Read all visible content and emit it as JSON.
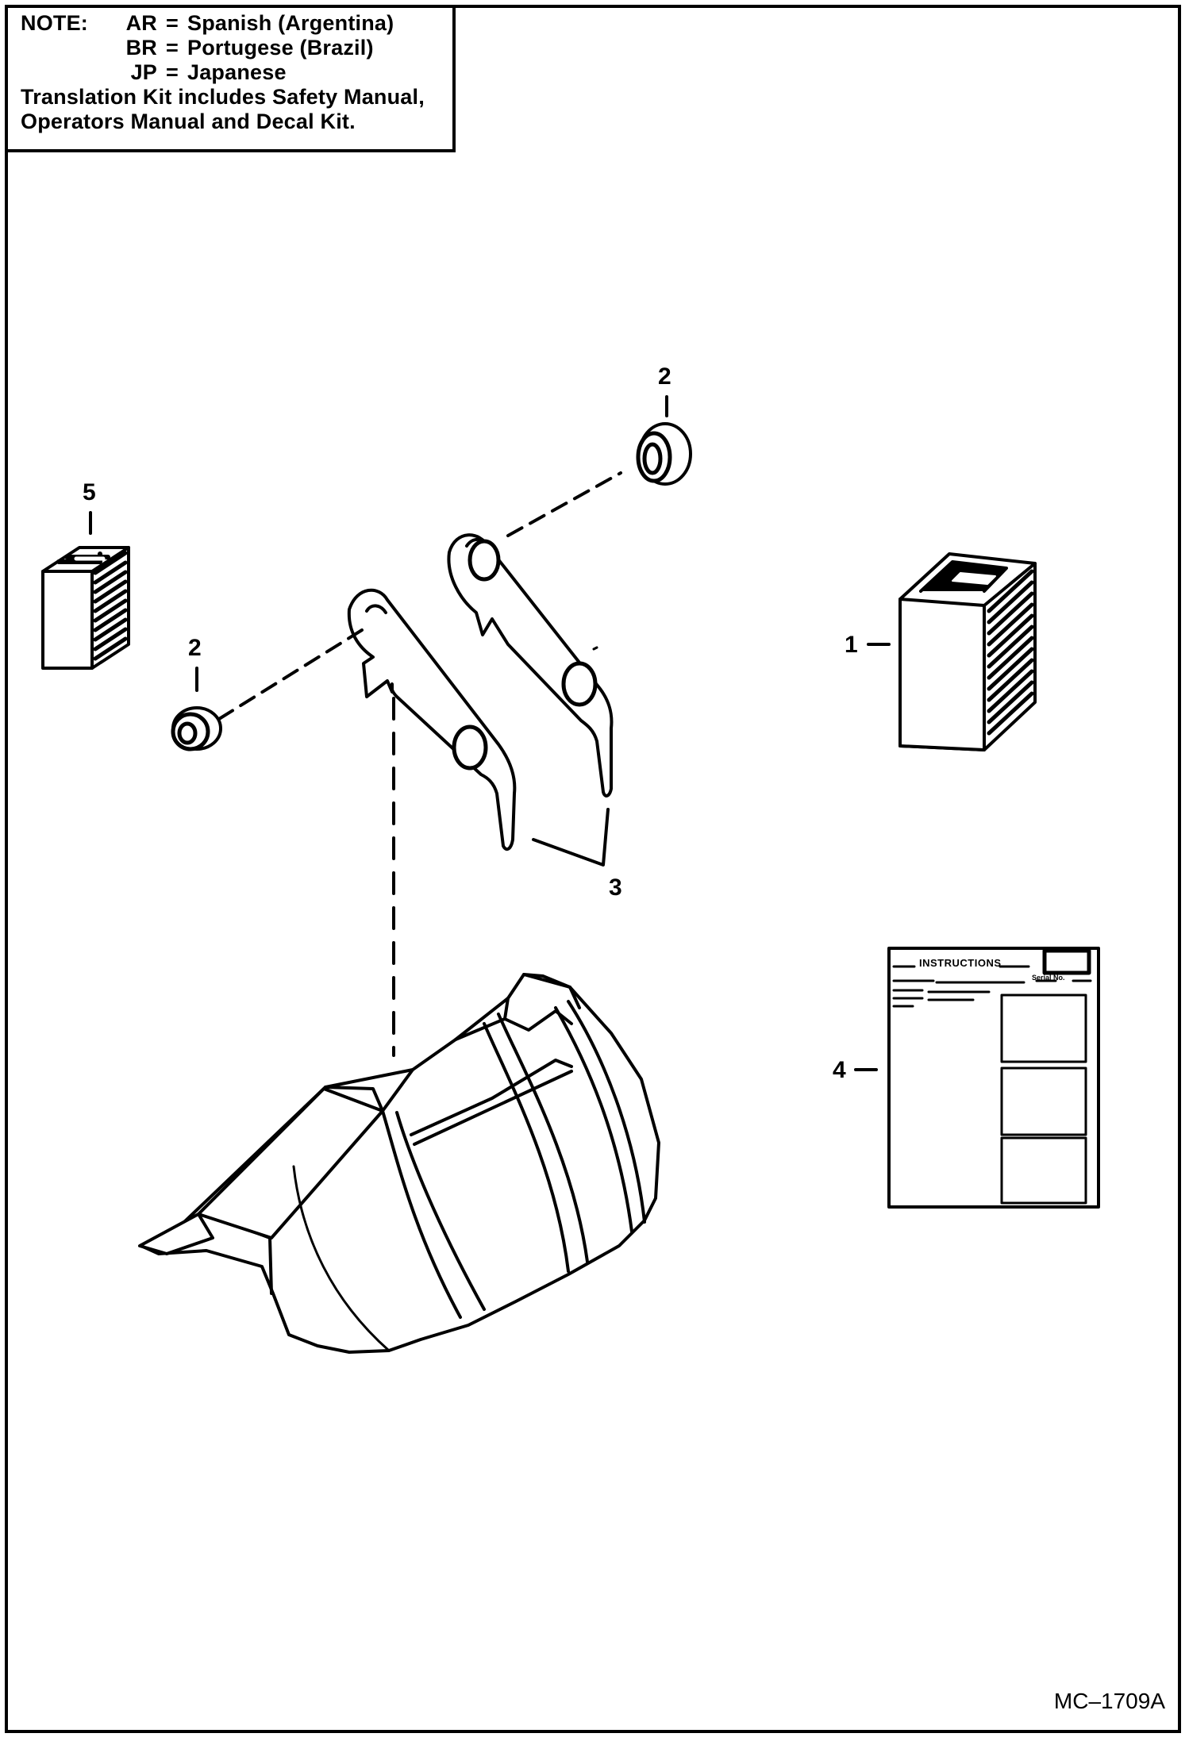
{
  "note": {
    "label": "NOTE:",
    "entries": [
      {
        "abbr": "AR",
        "eq": "=",
        "language": "Spanish (Argentina)"
      },
      {
        "abbr": "BR",
        "eq": "=",
        "language": "Portugese (Brazil)"
      },
      {
        "abbr": "JP",
        "eq": "=",
        "language": "Japanese"
      }
    ],
    "line4": "Translation Kit includes Safety Manual,",
    "line5": "Operators Manual and Decal Kit."
  },
  "callouts": {
    "c1": "1",
    "c2a": "2",
    "c2b": "2",
    "c3": "3",
    "c4": "4",
    "c5": "5"
  },
  "instruction_sheet": {
    "title": "INSTRUCTIONS",
    "serial": "Serial No."
  },
  "figure_id": "MC–1709A"
}
